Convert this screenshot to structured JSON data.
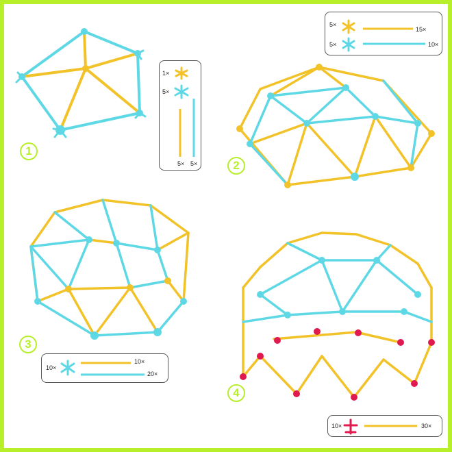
{
  "steps": [
    {
      "number": "1"
    },
    {
      "number": "2"
    },
    {
      "number": "3"
    },
    {
      "number": "4"
    }
  ],
  "legend1": {
    "hub_yellow_qty": "1×",
    "hub_cyan_qty": "5×",
    "rod_yellow_qty": "5×",
    "rod_cyan_qty": "5×"
  },
  "legend2": {
    "hub_yellow_qty": "5×",
    "rod_yellow_qty": "15×",
    "hub_cyan_qty": "5×",
    "rod_cyan_qty": "10×"
  },
  "legend3": {
    "hub_cyan_qty": "10×",
    "rod_yellow_qty": "10×",
    "rod_cyan_qty": "20×"
  },
  "legend4": {
    "hub_red_qty": "10×",
    "rod_yellow_qty": "30×"
  },
  "colors": {
    "yellow": "#f2c229",
    "cyan": "#5fd8e6",
    "red": "#e0194e",
    "accent": "#b7ef2a"
  }
}
